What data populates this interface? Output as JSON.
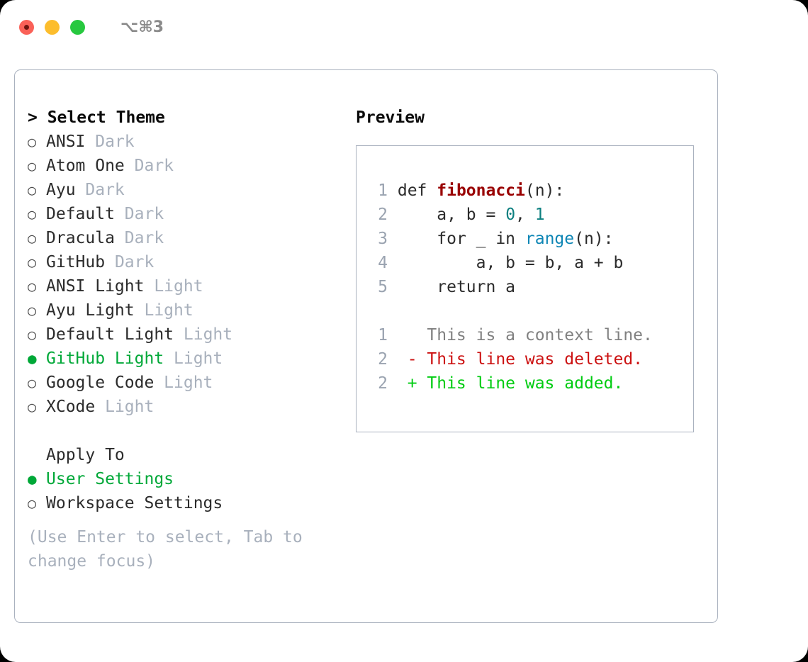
{
  "titlebar": {
    "shortcut": "⌥⌘3",
    "buttons": [
      {
        "name": "close",
        "color": "#fa6158"
      },
      {
        "name": "minimize",
        "color": "#fcbd2d"
      },
      {
        "name": "maximize",
        "color": "#27c83f"
      }
    ]
  },
  "theme_section": {
    "header": "> Select Theme",
    "items": [
      {
        "marker": "○",
        "name": "ANSI",
        "variant": "Dark",
        "selected": false
      },
      {
        "marker": "○",
        "name": "Atom One",
        "variant": "Dark",
        "selected": false
      },
      {
        "marker": "○",
        "name": "Ayu",
        "variant": "Dark",
        "selected": false
      },
      {
        "marker": "○",
        "name": "Default",
        "variant": "Dark",
        "selected": false
      },
      {
        "marker": "○",
        "name": "Dracula",
        "variant": "Dark",
        "selected": false
      },
      {
        "marker": "○",
        "name": "GitHub",
        "variant": "Dark",
        "selected": false
      },
      {
        "marker": "○",
        "name": "ANSI Light",
        "variant": "Light",
        "selected": false
      },
      {
        "marker": "○",
        "name": "Ayu Light",
        "variant": "Light",
        "selected": false
      },
      {
        "marker": "○",
        "name": "Default Light",
        "variant": "Light",
        "selected": false
      },
      {
        "marker": "●",
        "name": "GitHub Light",
        "variant": "Light",
        "selected": true
      },
      {
        "marker": "○",
        "name": "Google Code",
        "variant": "Light",
        "selected": false
      },
      {
        "marker": "○",
        "name": "XCode",
        "variant": "Light",
        "selected": false
      }
    ]
  },
  "apply_section": {
    "header": "Apply To",
    "items": [
      {
        "marker": "●",
        "name": "User Settings",
        "selected": true
      },
      {
        "marker": "○",
        "name": "Workspace Settings",
        "selected": false
      }
    ]
  },
  "hint": "(Use Enter to select, Tab to change focus)",
  "preview": {
    "title": "Preview",
    "code_lines": [
      {
        "ln": "1",
        "segments": [
          {
            "t": "def ",
            "c": "kw"
          },
          {
            "t": "fibonacci",
            "c": "fn"
          },
          {
            "t": "(n):",
            "c": "punct"
          }
        ]
      },
      {
        "ln": "2",
        "segments": [
          {
            "t": "    a, b = ",
            "c": "kw"
          },
          {
            "t": "0",
            "c": "num"
          },
          {
            "t": ", ",
            "c": "kw"
          },
          {
            "t": "1",
            "c": "num"
          }
        ]
      },
      {
        "ln": "3",
        "segments": [
          {
            "t": "    for _ in ",
            "c": "kw"
          },
          {
            "t": "range",
            "c": "builtin"
          },
          {
            "t": "(n):",
            "c": "punct"
          }
        ]
      },
      {
        "ln": "4",
        "segments": [
          {
            "t": "        a, b = b, a + b",
            "c": "kw"
          }
        ]
      },
      {
        "ln": "5",
        "segments": [
          {
            "t": "    return a",
            "c": "kw"
          }
        ]
      }
    ],
    "diff_lines": [
      {
        "ln": "1",
        "marker": "  ",
        "text": "This is a context line.",
        "kind": "diff-ctx"
      },
      {
        "ln": "2",
        "marker": "- ",
        "text": "This line was deleted.",
        "kind": "diff-del"
      },
      {
        "ln": "2",
        "marker": "+ ",
        "text": "This line was added.",
        "kind": "diff-add"
      }
    ]
  },
  "colors": {
    "accent_green": "#00a838",
    "variant_gray": "#a8b0bc",
    "border": "#aab2bf",
    "function_red": "#990000",
    "number_teal": "#0d8080",
    "builtin_blue": "#0e86b5",
    "diff_deleted": "#cc1111",
    "diff_added": "#00cc11",
    "diff_context": "#808080"
  }
}
